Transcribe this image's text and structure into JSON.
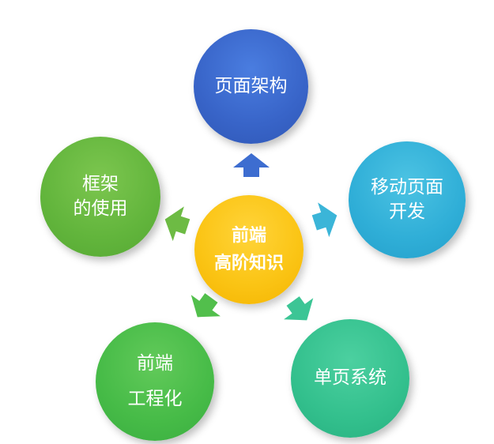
{
  "center": {
    "lines": [
      "前端",
      "高阶知识"
    ],
    "color": "#fbc516"
  },
  "nodes": {
    "top": {
      "lines": [
        "页面架构"
      ],
      "color": "#3864c8"
    },
    "right": {
      "lines": [
        "移动页面",
        "开发"
      ],
      "color": "#2faed7"
    },
    "left": {
      "lines": [
        "框架",
        "的使用"
      ],
      "color": "#62b53c"
    },
    "bottom_left": {
      "lines": [
        "前端",
        "工程化"
      ],
      "color": "#46bb47"
    },
    "bottom_right": {
      "lines": [
        "单页系统"
      ],
      "color": "#33c08d"
    }
  },
  "arrows": {
    "top": {
      "color": "#3d6dd0",
      "icon": "arrow-up-icon"
    },
    "right": {
      "color": "#3bb5d8",
      "icon": "arrow-right-icon"
    },
    "left": {
      "color": "#6dbb44",
      "icon": "arrow-left-icon"
    },
    "bottom_left": {
      "color": "#52bf4c",
      "icon": "arrow-down-left-icon"
    },
    "bottom_right": {
      "color": "#3cc595",
      "icon": "arrow-down-right-icon"
    }
  }
}
